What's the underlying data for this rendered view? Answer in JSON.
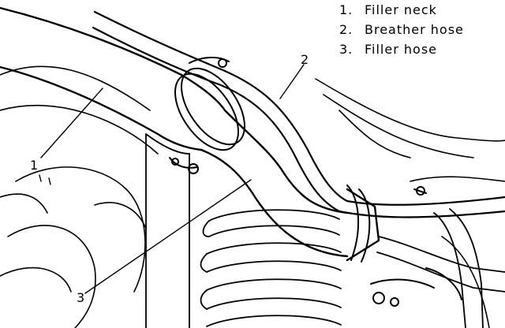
{
  "legend": {
    "items": [
      {
        "number": "1.",
        "label": "Filler neck"
      },
      {
        "number": "2.",
        "label": "Breather hose"
      },
      {
        "number": "3.",
        "label": "Filler hose"
      }
    ]
  },
  "callouts": {
    "c1": "1",
    "c2": "2",
    "c3": "3"
  }
}
